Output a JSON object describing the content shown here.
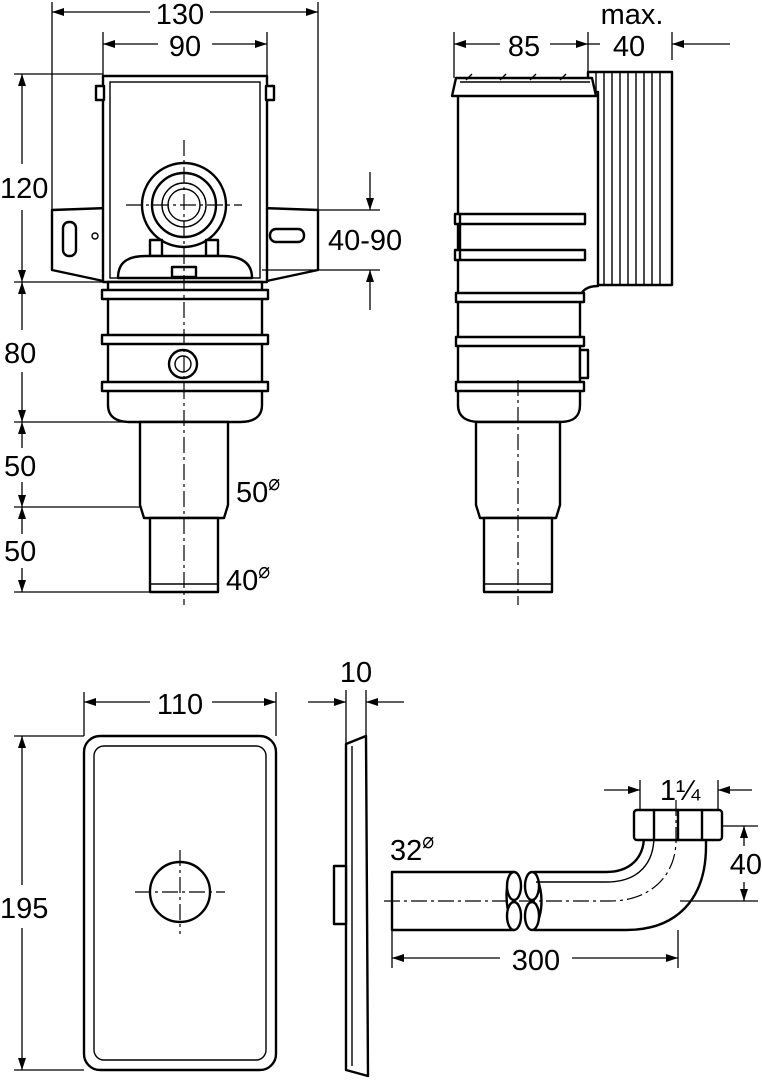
{
  "dimensions": {
    "box_total_width": "130",
    "box_inner_width": "90",
    "box_height": "120",
    "wall_range": "40-90",
    "body_height": "80",
    "spigot1_height": "50",
    "spigot2_height": "50",
    "spigot1_diameter": "50",
    "spigot2_diameter": "40",
    "side_depth": "85",
    "side_max_label": "max.",
    "side_max_value": "40",
    "cover_width": "110",
    "cover_height": "195",
    "cover_thickness": "10",
    "pipe_diameter": "32",
    "pipe_length": "300",
    "pipe_thread": "1¼",
    "pipe_rise": "40"
  },
  "symbols": {
    "diameter": "⌀"
  }
}
